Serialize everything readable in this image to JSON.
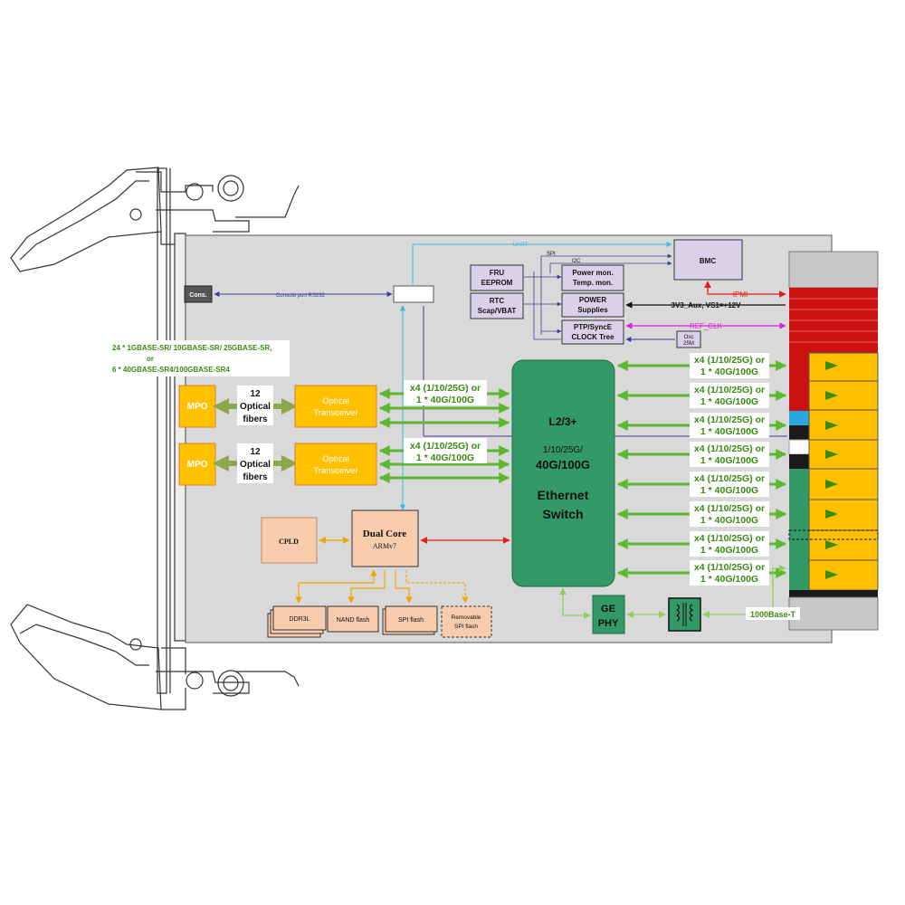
{
  "labels": {
    "uart": "UART",
    "spi": "SPI",
    "i2c": "I2C",
    "bmc": "BMC",
    "fru_1": "FRU",
    "fru_2": "EEPROM",
    "rtc_1": "RTC",
    "rtc_2": "Scap/VBAT",
    "power_mon_1": "Power mon.",
    "power_mon_2": "Temp. mon.",
    "power_supplies_1": "POWER",
    "power_supplies_2": "Supplies",
    "ptp_1": "PTP/SyncE",
    "ptp_2": "CLOCK Tree",
    "osc_1": "Osc",
    "osc_2": "25M",
    "ipmi": "IPMI",
    "power_input": "3V3_Aux, VS1=+12V",
    "ref_clk": "REF_CLK",
    "console": "Cons.",
    "console_port": "Console port RS232",
    "ports_desc_1": "24 * 1GBASE-SR/ 10GBASE-SR/ 25GBASE-SR,",
    "ports_desc_2": "or",
    "ports_desc_3": "6 * 40GBASE-SR4/100GBASE-SR4",
    "mpo": "MPO",
    "fibers_1": "12",
    "fibers_2": "Optical",
    "fibers_3": "fibers",
    "optical_1": "Optical",
    "optical_2": "Transceiver",
    "link_1": "x4 (1/10/25G) or",
    "link_2": "1 * 40G/100G",
    "switch_1": "L2/3+",
    "switch_2": "1/10/25G/",
    "switch_3": "40G/100G",
    "switch_4": "Ethernet",
    "switch_5": "Switch",
    "cpld": "CPLD",
    "cpu_1": "Dual Core",
    "cpu_2": "ARMv7",
    "ddr": "DDR3L",
    "nand": "NAND flash",
    "spi_flash": "SPI flash",
    "removable_1": "Removable",
    "removable_2": "SPI flash",
    "ge_1": "GE",
    "ge_2": "PHY",
    "base_t": "1000Base-T"
  },
  "colors": {
    "board": "#d9d9d9",
    "mgmt_box": "#d9d1e9",
    "orange": "#ffc000",
    "orange_border": "#d9822b",
    "peach": "#f8cbad",
    "switch": "#339966",
    "link_green": "#5cb82e",
    "fiber_arrow": "#8aa84c",
    "uart": "#33bbd1",
    "bus": "#3b3f8f",
    "ipmi": "#e02020",
    "ref_clk": "#e020e0",
    "red_port": "#cc1111",
    "blue_port": "#29a8e0"
  }
}
